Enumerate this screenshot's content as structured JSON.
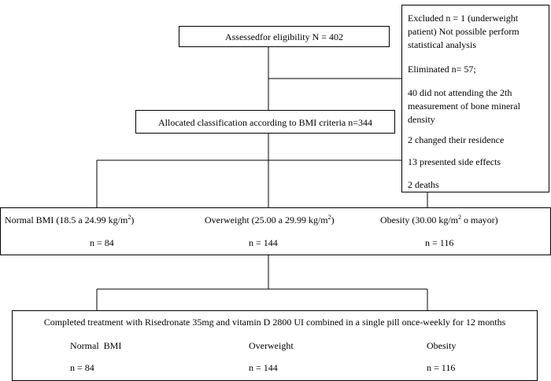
{
  "assessed": {
    "label": "Assessedfor eligibility N = 402"
  },
  "exclusion": {
    "excluded": "Excluded n = 1 (underweight patient) Not possible perform statistical analysis",
    "eliminated": "Eliminated n= 57;",
    "not_attending": "40 did not attending the 2th measurement of bone mineral density",
    "changed_residence": "2 changed their residence",
    "side_effects": "13 presented side effects",
    "deaths": "2 deaths"
  },
  "allocated": {
    "label": "Allocated classification according to BMI criteria n=344"
  },
  "groups": {
    "normal": {
      "label_pre": "Normal BMI (18.5 a 24.99 kg/m",
      "sup": "2",
      "label_post": ")",
      "n": "n = 84"
    },
    "overweight": {
      "label_pre": "Overweight (25.00 a 29.99 kg/m",
      "sup": "2",
      "label_post": ")",
      "n": "n = 144"
    },
    "obesity": {
      "label_pre": "Obesity (30.00 kg/m",
      "sup": "2",
      "label_post": " o mayor)",
      "n": "n = 116"
    }
  },
  "completed": {
    "label": "Completed treatment with Risedronate 35mg and vitamin D 2800 UI combined in a single pill once-weekly for 12 months",
    "normal": {
      "label": "Normal  BMI",
      "n": "n = 84"
    },
    "overweight": {
      "label": "Overweight",
      "n": "n = 144"
    },
    "obesity": {
      "label": "Obesity",
      "n": "n = 116"
    }
  }
}
